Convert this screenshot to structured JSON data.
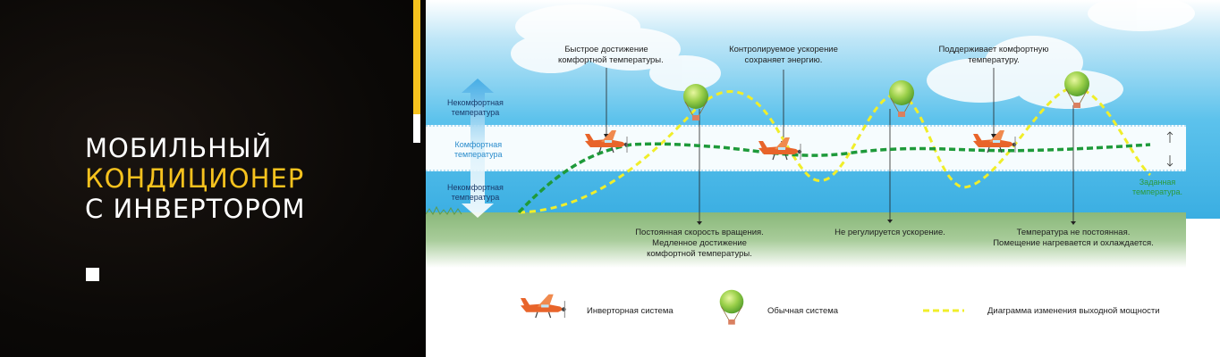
{
  "banner": {
    "title_line1": "МОБИЛЬНЫЙ",
    "title_line2": "КОНДИЦИОНЕР",
    "title_line3": "С ИНВЕРТОРОМ",
    "accent_color": "#f6c21e",
    "background_color": "#0b0907"
  },
  "diagram": {
    "zones": {
      "uncomfortable_top": "Некомфортная\nтемпература",
      "comfortable": "Комфортная\nтемпература",
      "uncomfortable_bottom": "Некомфортная\nтемпература",
      "set_temperature": "Заданная\nтемпература."
    },
    "annotations": {
      "fast_reach": "Быстрое достижение\nкомфортной температуры.",
      "controlled_acceleration": "Контролируемое ускорение\nсохраняет энергию.",
      "keeps_comfort": "Поддерживает комфортную\nтемпературу.",
      "constant_speed": "Постоянная скорость вращения.\nМедленное достижение\nкомфортной температуры.",
      "no_acceleration_control": "Не регулируется ускорение.",
      "temp_not_constant": "Температура не постоянная.\nПомещение нагревается и охлаждается."
    },
    "legend": {
      "inverter": "Инверторная система",
      "regular": "Обычная система",
      "power_curve": "Диаграмма изменения выходной мощности"
    },
    "colors": {
      "inverter_line": "#1e9a3a",
      "regular_line": "#f0ee2a",
      "sky": "#44b7e6",
      "grass": "#6fa55a",
      "zone_arrow": "#4ab4e8",
      "plane": "#e8642a",
      "balloon": "#8cc63f"
    },
    "icons": [
      "airplane-icon",
      "balloon-icon",
      "dashed-line-icon"
    ]
  }
}
